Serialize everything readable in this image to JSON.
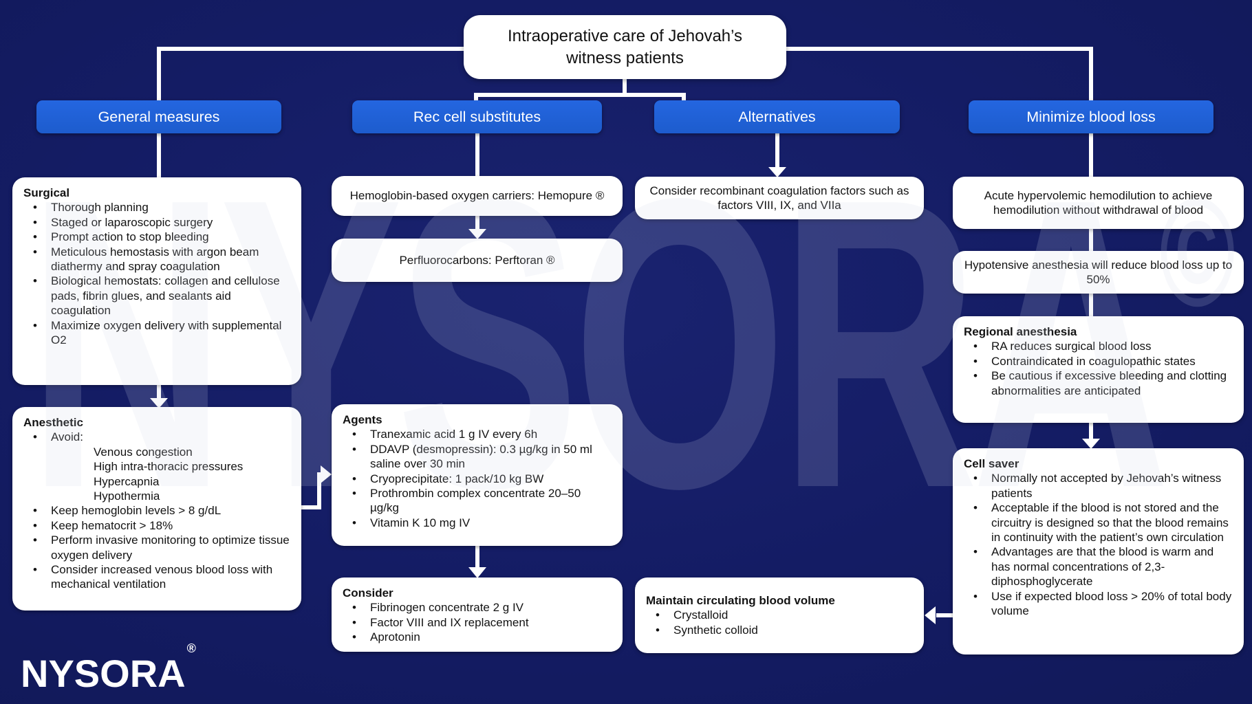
{
  "title": "Intraoperative care of Jehovah’s witness patients",
  "bullet_glyph": "•",
  "watermark": {
    "text": "NYSORA",
    "symbol": "©"
  },
  "logo": {
    "name": "NYSORA",
    "registered": "®"
  },
  "colors": {
    "background": "#141c64",
    "header_blue": "#2060d4",
    "box_white": "#ffffff",
    "connector_white": "#ffffff",
    "text_dark": "#131313"
  },
  "headers": {
    "general": "General measures",
    "substitutes": "Rec cell substitutes",
    "alternatives": "Alternatives",
    "minimize": "Minimize blood loss"
  },
  "general": {
    "surgical": {
      "heading": "Surgical",
      "items": [
        "Thorough planning",
        "Staged or laparoscopic surgery",
        "Prompt action to stop bleeding",
        "Meticulous hemostasis with argon beam diathermy and spray coagulation",
        "Biological hemostats: collagen and cellulose pads, fibrin glues, and sealants aid coagulation",
        "Maximize oxygen delivery with supplemental O2"
      ]
    },
    "anesthetic": {
      "heading": "Anesthetic",
      "avoid_label": "Avoid:",
      "avoid_items": [
        "Venous congestion",
        "High intra-thoracic pressures",
        "Hypercapnia",
        "Hypothermia"
      ],
      "items": [
        "Keep hemoglobin levels > 8 g/dL",
        "Keep hematocrit > 18%",
        "Perform invasive monitoring to optimize tissue oxygen delivery",
        "Consider increased venous blood loss with mechanical ventilation"
      ]
    }
  },
  "substitutes": {
    "carriers": "Hemoglobin-based oxygen carriers: Hemopure ®",
    "perfluorocarbons": "Perfluorocarbons: Perftoran ®",
    "agents": {
      "heading": "Agents",
      "items": [
        "Tranexamic acid 1 g IV every 6h",
        "DDAVP (desmopressin): 0.3 µg/kg in 50 ml saline over 30 min",
        "Cryoprecipitate: 1 pack/10 kg BW",
        "Prothrombin complex concentrate 20–50 µg/kg",
        "Vitamin K 10 mg IV"
      ]
    },
    "consider": {
      "heading": "Consider",
      "items": [
        "Fibrinogen concentrate 2 g IV",
        "Factor VIII and IX replacement",
        "Aprotonin"
      ]
    }
  },
  "alternatives": {
    "recombinant": "Consider recombinant coagulation factors such as factors VIII, IX, and VIIa",
    "maintain": {
      "heading": "Maintain circulating blood volume",
      "items": [
        "Crystalloid",
        "Synthetic colloid"
      ]
    }
  },
  "minimize": {
    "hemodilution": "Acute hypervolemic hemodilution to achieve hemodilution without withdrawal of blood",
    "hypotensive": "Hypotensive anesthesia will reduce blood loss up to 50%",
    "regional": {
      "heading": "Regional anesthesia",
      "items": [
        "RA reduces surgical blood loss",
        "Contraindicated in coagulopathic states",
        "Be cautious if excessive bleeding and clotting abnormalities are anticipated"
      ]
    },
    "cell_saver": {
      "heading": "Cell saver",
      "items": [
        "Normally not accepted by Jehovah’s witness patients",
        "Acceptable if the blood is not stored and the circuitry is designed so that the blood remains in continuity with the patient’s own circulation",
        "Advantages are that the blood is warm and has normal concentrations of 2,3-diphosphoglycerate",
        "Use if expected blood loss > 20% of total body volume"
      ]
    }
  }
}
